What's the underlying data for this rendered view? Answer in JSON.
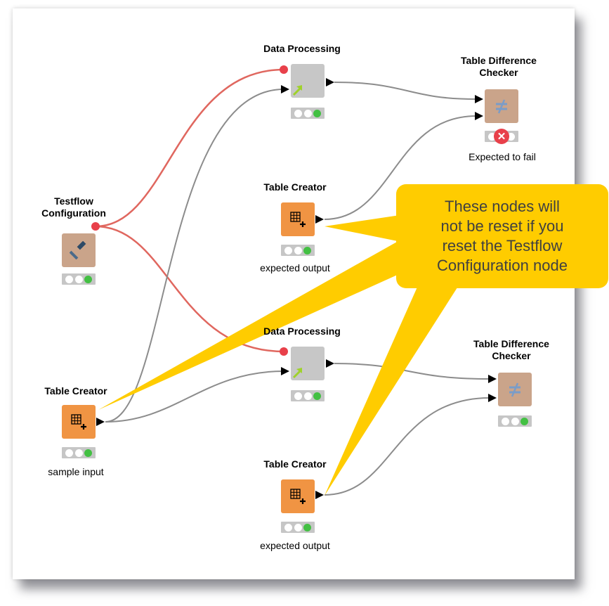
{
  "nodes": {
    "testflow": {
      "title_line1": "Testflow",
      "title_line2": "Configuration",
      "icon": "hammer-icon"
    },
    "dp1": {
      "title": "Data Processing",
      "icon": "metanode-arrow-icon"
    },
    "tdc1": {
      "title_line1": "Table Difference",
      "title_line2": "Checker",
      "error_mark": "✕",
      "caption": "Expected to fail",
      "icon": "not-equal-icon"
    },
    "tc_mid": {
      "title": "Table Creator",
      "caption": "expected output",
      "icon": "table-plus-icon"
    },
    "dp2": {
      "title": "Data Processing",
      "icon": "metanode-arrow-icon"
    },
    "tdc2": {
      "title_line1": "Table Difference",
      "title_line2": "Checker",
      "icon": "not-equal-icon"
    },
    "tc_left": {
      "title": "Table Creator",
      "caption": "sample input",
      "icon": "table-plus-icon"
    },
    "tc_bottom": {
      "title": "Table Creator",
      "caption": "expected output",
      "icon": "table-plus-icon"
    }
  },
  "callout": {
    "text": "These nodes will\nnot be reset if you\nreset the Testflow\nConfiguration node"
  },
  "colors": {
    "flow_variable_link": "#e0675f",
    "data_link": "#8c8c8c",
    "callout_fill": "#ffcc00",
    "callout_text": "#404040",
    "node_gray": "#c7c7c7",
    "node_tan": "#caa48a",
    "node_orange": "#f09443",
    "status_green": "#43c043",
    "status_error": "#e8404a"
  }
}
